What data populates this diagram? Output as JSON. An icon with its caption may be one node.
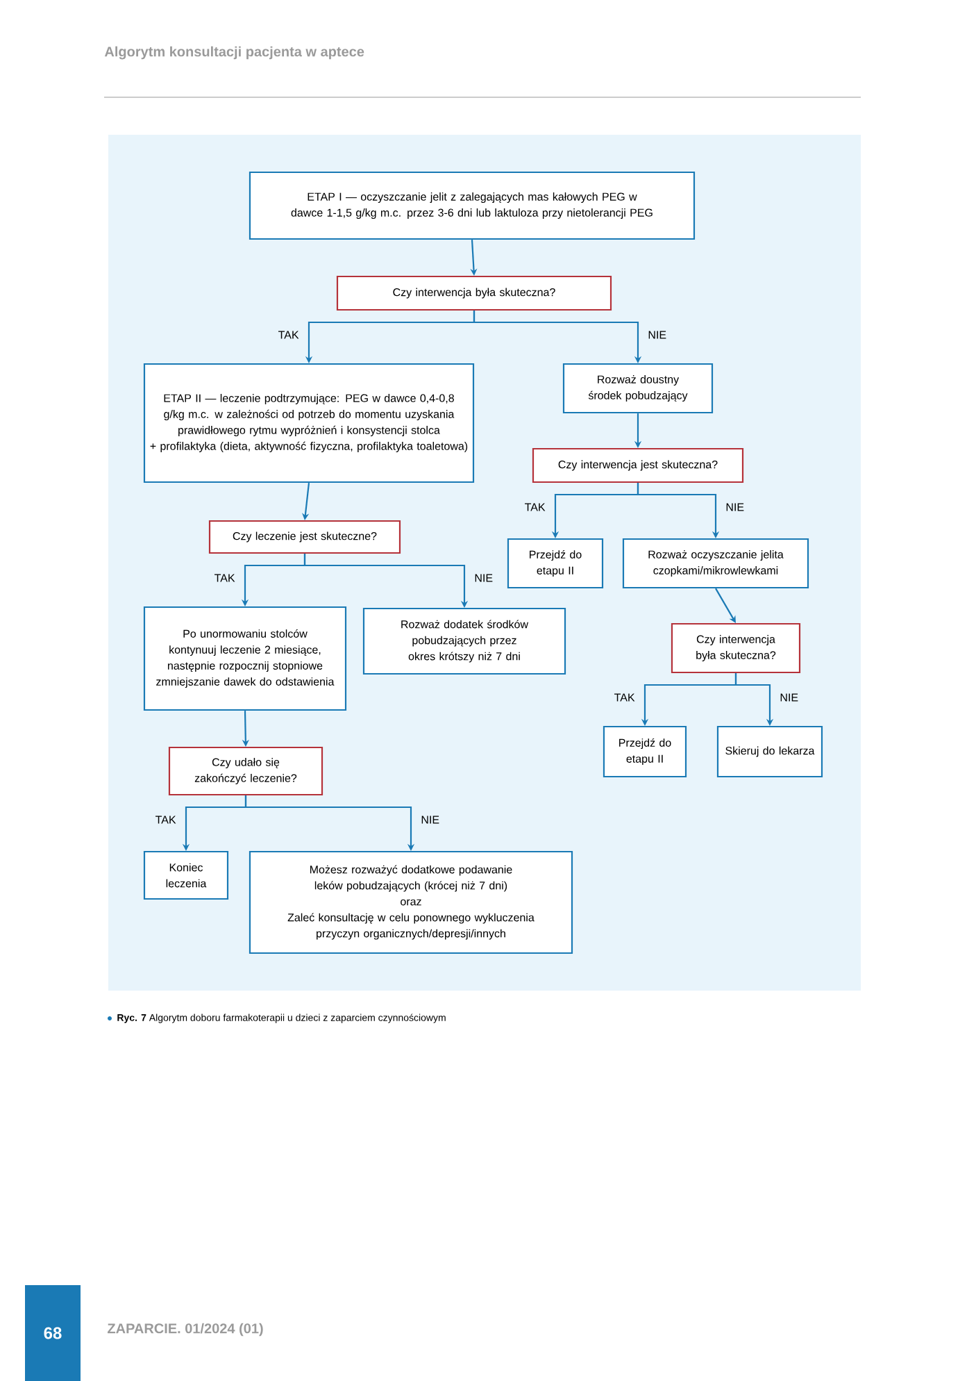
{
  "diagram": {
    "title": "Algorytm konsultacji pacjenta w aptece",
    "caption": "**Ryc. 7** Algorytm doboru farmakoterapii u dzieci z zaparciem czynnościowym",
    "nodes": [
      {
        "text": [
          "ETAP I — oczyszczanie jelit z zalegających mas kałowych PEG w dawce 1-1,5 g/kg m.c. przez 3-6 dni lub laktuloza przy nietolerancji PEG"
        ]
      },
      {
        "text": [
          "Czy interwencja była skuteczna?"
        ]
      },
      {
        "text": [
          "ETAP II — leczenie podtrzymujące: PEG w dawce 0,4-0,8 g/kg m.c. w zależności od potrzeb do momentu uzyskania prawidłowego rytmu wypróżnień i konsystencji stolca",
          "+ profilaktyka (dieta, aktywność fizyczna, profilaktyka toaletowa)"
        ]
      },
      {
        "text": [
          "Rozważ doustny środek pobudzający"
        ]
      },
      {
        "text": [
          "Czy interwencja jest skuteczna?"
        ]
      },
      {
        "text": [
          "Czy leczenie jest skuteczne?"
        ]
      },
      {
        "text": [
          "Przejdź do etapu II"
        ]
      },
      {
        "text": [
          "Rozważ oczyszczanie jelita czopkami/mikrowlewkami"
        ]
      },
      {
        "text": [
          "Po unormowaniu stolców kontynuuj leczenie 2 miesiące, następnie rozpocznij stopniowe zmniejszanie dawek do odstawienia"
        ]
      },
      {
        "text": [
          "Rozważ dodatek środków pobudzających przez okres krótszy niż 7 dni"
        ]
      },
      {
        "text": [
          "Czy interwencja była skuteczna?"
        ]
      },
      {
        "text": [
          "Przejdź do etapu II"
        ]
      },
      {
        "text": [
          "Skieruj do lekarza"
        ]
      },
      {
        "text": [
          "Czy udało się zakończyć leczenie?"
        ]
      },
      {
        "text": [
          "Koniec leczenia"
        ]
      },
      {
        "text": [
          "Możesz rozważyć dodatkowe podawanie leków pobudzających (krócej niż 7 dni)",
          "oraz",
          "Zaleć konsultację w celu ponownego wykluczenia przyczyn organicznych/depresji/innych"
        ]
      }
    ],
    "edges": [
      {
        "from": 0,
        "to": 1,
        "arrow": "to"
      },
      {
        "from": 1,
        "to": 2,
        "arrow": "to",
        "label": "TAK"
      },
      {
        "from": 1,
        "to": 3,
        "arrow": "to",
        "label": "NIE"
      },
      {
        "from": 2,
        "to": 5,
        "arrow": "to"
      },
      {
        "from": 3,
        "to": 4,
        "arrow": "to"
      },
      {
        "from": 4,
        "to": 6,
        "arrow": "to",
        "label": "TAK"
      },
      {
        "from": 4,
        "to": 7,
        "arrow": "to",
        "label": "NIE"
      },
      {
        "from": 5,
        "to": 8,
        "arrow": "to",
        "label": "TAK"
      },
      {
        "from": 5,
        "to": 9,
        "arrow": "to",
        "label": "NIE"
      },
      {
        "from": 7,
        "to": 10,
        "arrow": "to"
      },
      {
        "from": 10,
        "to": 11,
        "arrow": "to",
        "label": "TAK"
      },
      {
        "from": 10,
        "to": 12,
        "arrow": "to",
        "label": "NIE"
      },
      {
        "from": 8,
        "to": 13,
        "arrow": "to"
      },
      {
        "from": 13,
        "to": 14,
        "arrow": "to",
        "label": "TAK"
      },
      {
        "from": 13,
        "to": 15,
        "arrow": "to",
        "label": "NIE"
      }
    ],
    "labels": [
      "68",
      "ZAPARCIE. 01/2024 (01)"
    ]
  }
}
